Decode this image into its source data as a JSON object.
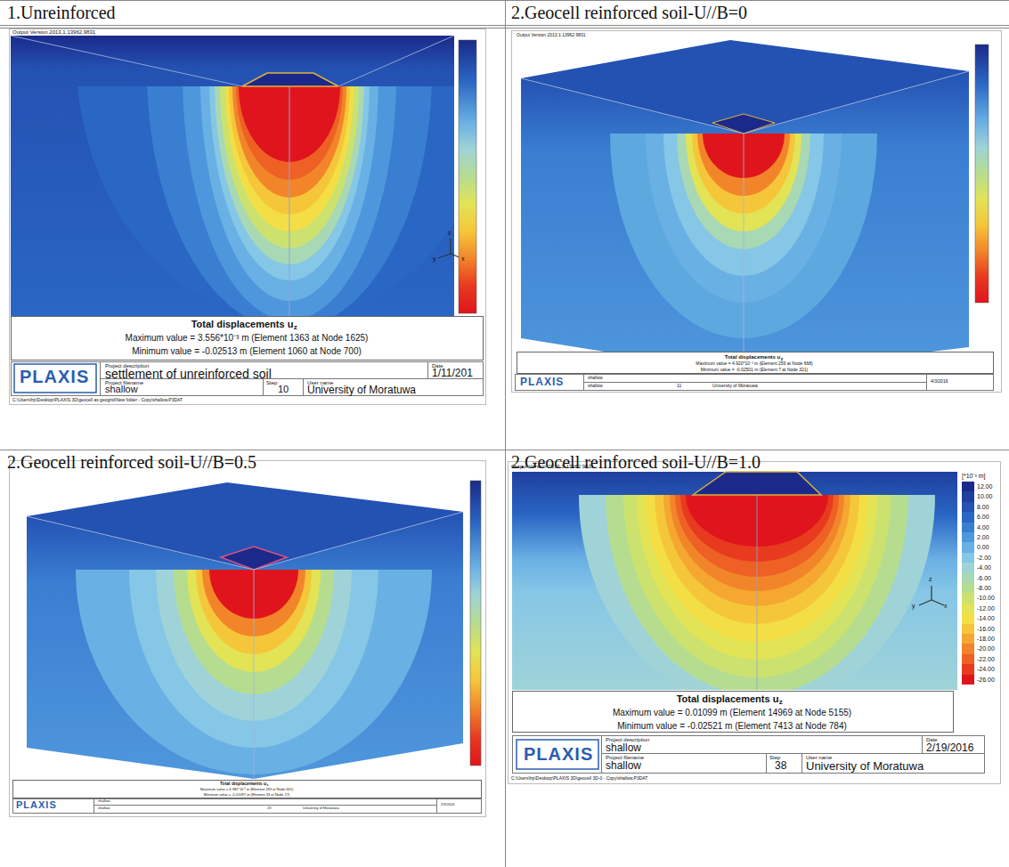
{
  "diagram": {
    "labels": [
      "1.Unreinforced",
      "2.Geocell reinforced soil-U//B=0",
      "2.Geocell reinforced soil-U//B=0.5",
      "2.Geocell reinforced soil-U//B=1.0",
      "Output Version 2013.1.13962.9831",
      "z",
      "y",
      "x",
      "Total displacements u",
      "z",
      "Maximum value = 3.556*10⁻³ m (Element 1363 at Node 1625)",
      "Minimum value = -0.02513 m (Element 1060 at Node 700)",
      "PLAXIS",
      "Project description",
      "settlement of unreinforced soil",
      "Project filename",
      "shallow",
      "Step",
      "10",
      "User name",
      "University of Moratuwa",
      "Date",
      "1/11/201",
      "C:\\Users\\hp\\Desktop\\PLAXIS 3D\\geocell as geogrid\\New folder - Copy\\shallow.P3DAT",
      "Output Version 2013.1.13962.9831",
      "Total displacements u",
      "z",
      "Maximum value = 4.920*10⁻³ m (Element 259 at Node 668)",
      "Minimum value = -0.02501 m (Element 7 at Node 321)",
      "PLAXIS",
      "shallow",
      "shallow",
      "11",
      "University of Moratuwa",
      "4/3/2016",
      "Total displacements u",
      "z",
      "Maximum value = 4.381*10⁻³ m (Element 283 at Node 661)",
      "Minimum value = -0.02097 m (Element 33 at Node 17)",
      "PLAXIS",
      "shallow",
      "shallow",
      "23",
      "University of Moratuwa",
      "2/3/2016",
      "Output Version 2013.1.13962.9831",
      "[*10⁻³ m]",
      "z",
      "y",
      "x",
      "Total displacements u",
      "z",
      "Maximum value = 0.01099 m (Element 14969 at Node 5155)",
      "Minimum value = -0.02521 m (Element 7413 at Node 784)",
      "PLAXIS",
      "Project description",
      "shallow",
      "Project filename",
      "shallow",
      "Step",
      "38",
      "User name",
      "University of Moratuwa",
      "Date",
      "2/19/2016",
      "C:\\Users\\hp\\Desktop\\PLAXIS 3D\\geocell 3D-0 - Copy\\shallow.P3DAT"
    ],
    "legend": [
      {
        "text": "12.00",
        "color": "#1b2a8a"
      },
      {
        "text": "10.00",
        "color": "#1f3f9e"
      },
      {
        "text": "8.00",
        "color": "#2452b3"
      },
      {
        "text": "6.00",
        "color": "#2a66c4"
      },
      {
        "text": "4.00",
        "color": "#3a7ed2"
      },
      {
        "text": "2.00",
        "color": "#4f97dc"
      },
      {
        "text": "0.00",
        "color": "#69b0e4"
      },
      {
        "text": "-2.00",
        "color": "#86c6e6"
      },
      {
        "text": "-4.00",
        "color": "#9fd3d8"
      },
      {
        "text": "-6.00",
        "color": "#a9d8b4"
      },
      {
        "text": "-8.00",
        "color": "#b6dd8f"
      },
      {
        "text": "-10.00",
        "color": "#cde26e"
      },
      {
        "text": "-12.00",
        "color": "#e3e356"
      },
      {
        "text": "-14.00",
        "color": "#f3df45"
      },
      {
        "text": "-16.00",
        "color": "#f6c63a"
      },
      {
        "text": "-18.00",
        "color": "#f5a731"
      },
      {
        "text": "-20.00",
        "color": "#f2852a"
      },
      {
        "text": "-22.00",
        "color": "#ee6024"
      },
      {
        "text": "-24.00",
        "color": "#e83a1f"
      },
      {
        "text": "-26.00",
        "color": "#e0141c"
      }
    ]
  }
}
